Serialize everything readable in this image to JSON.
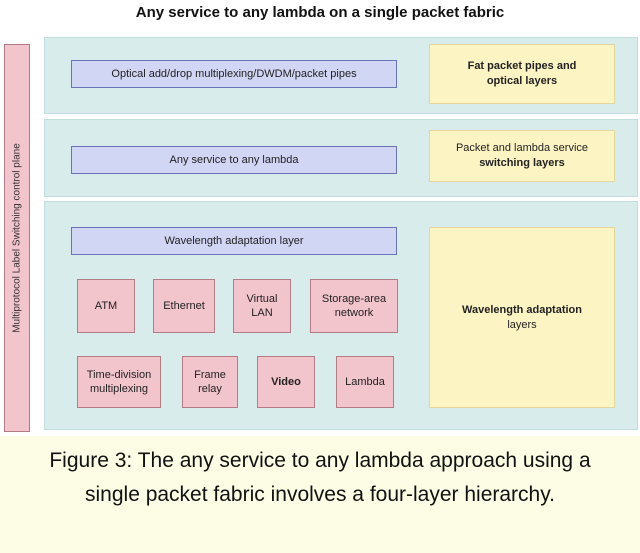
{
  "title": "Any service to any lambda on a single packet fabric",
  "side_label": "Multiprotocol Label Switching control plane",
  "layers": [
    {
      "pipe": "Optical add/drop multiplexing/DWDM/packet pipes",
      "note_line1": "Fat packet pipes and",
      "note_line2": "optical layers"
    },
    {
      "pipe": "Any service to any lambda",
      "note_line1": "Packet and lambda service",
      "note_line2": "switching layers"
    },
    {
      "pipe": "Wavelength adaptation layer",
      "note_line1": "Wavelength adaptation",
      "note_line2": "layers"
    }
  ],
  "services": [
    {
      "line1": "ATM",
      "line2": ""
    },
    {
      "line1": "Ethernet",
      "line2": ""
    },
    {
      "line1": "Virtual",
      "line2": "LAN"
    },
    {
      "line1": "Storage-area",
      "line2": "network"
    },
    {
      "line1": "Time-division",
      "line2": "multiplexing"
    },
    {
      "line1": "Frame",
      "line2": "relay"
    },
    {
      "line1": "Video",
      "line2": ""
    },
    {
      "line1": "Lambda",
      "line2": ""
    }
  ],
  "caption": "Figure 3: The any service to any lambda approach using a single packet fabric involves a four-layer hierarchy."
}
